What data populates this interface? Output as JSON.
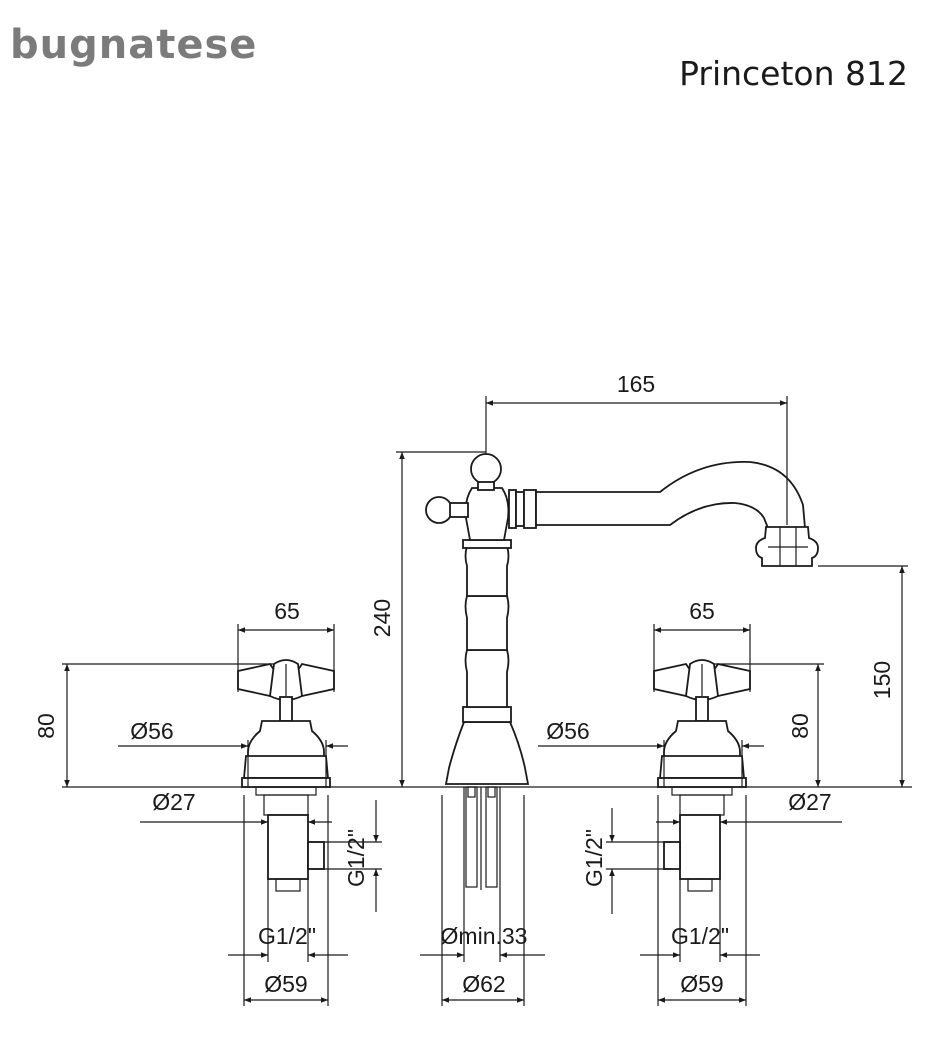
{
  "header": {
    "brand": "bugnatese",
    "model": "Princeton 812"
  },
  "dimensions": {
    "spout_reach": "165",
    "total_height": "240",
    "spout_height": "150",
    "handle_width_left": "65",
    "handle_width_right": "65",
    "handle_height_left": "80",
    "handle_height_right": "80",
    "base_diameter_left": "Ø56",
    "base_diameter_right": "Ø56",
    "shank_diameter_left": "Ø27",
    "shank_diameter_right": "Ø27",
    "thread_vertical_left": "G1/2\"",
    "thread_vertical_right": "G1/2\"",
    "thread_horizontal_left": "G1/2\"",
    "thread_horizontal_right": "G1/2\"",
    "hole_min": "Ømin.33",
    "flange_left": "Ø59",
    "flange_center": "Ø62",
    "flange_right": "Ø59"
  }
}
